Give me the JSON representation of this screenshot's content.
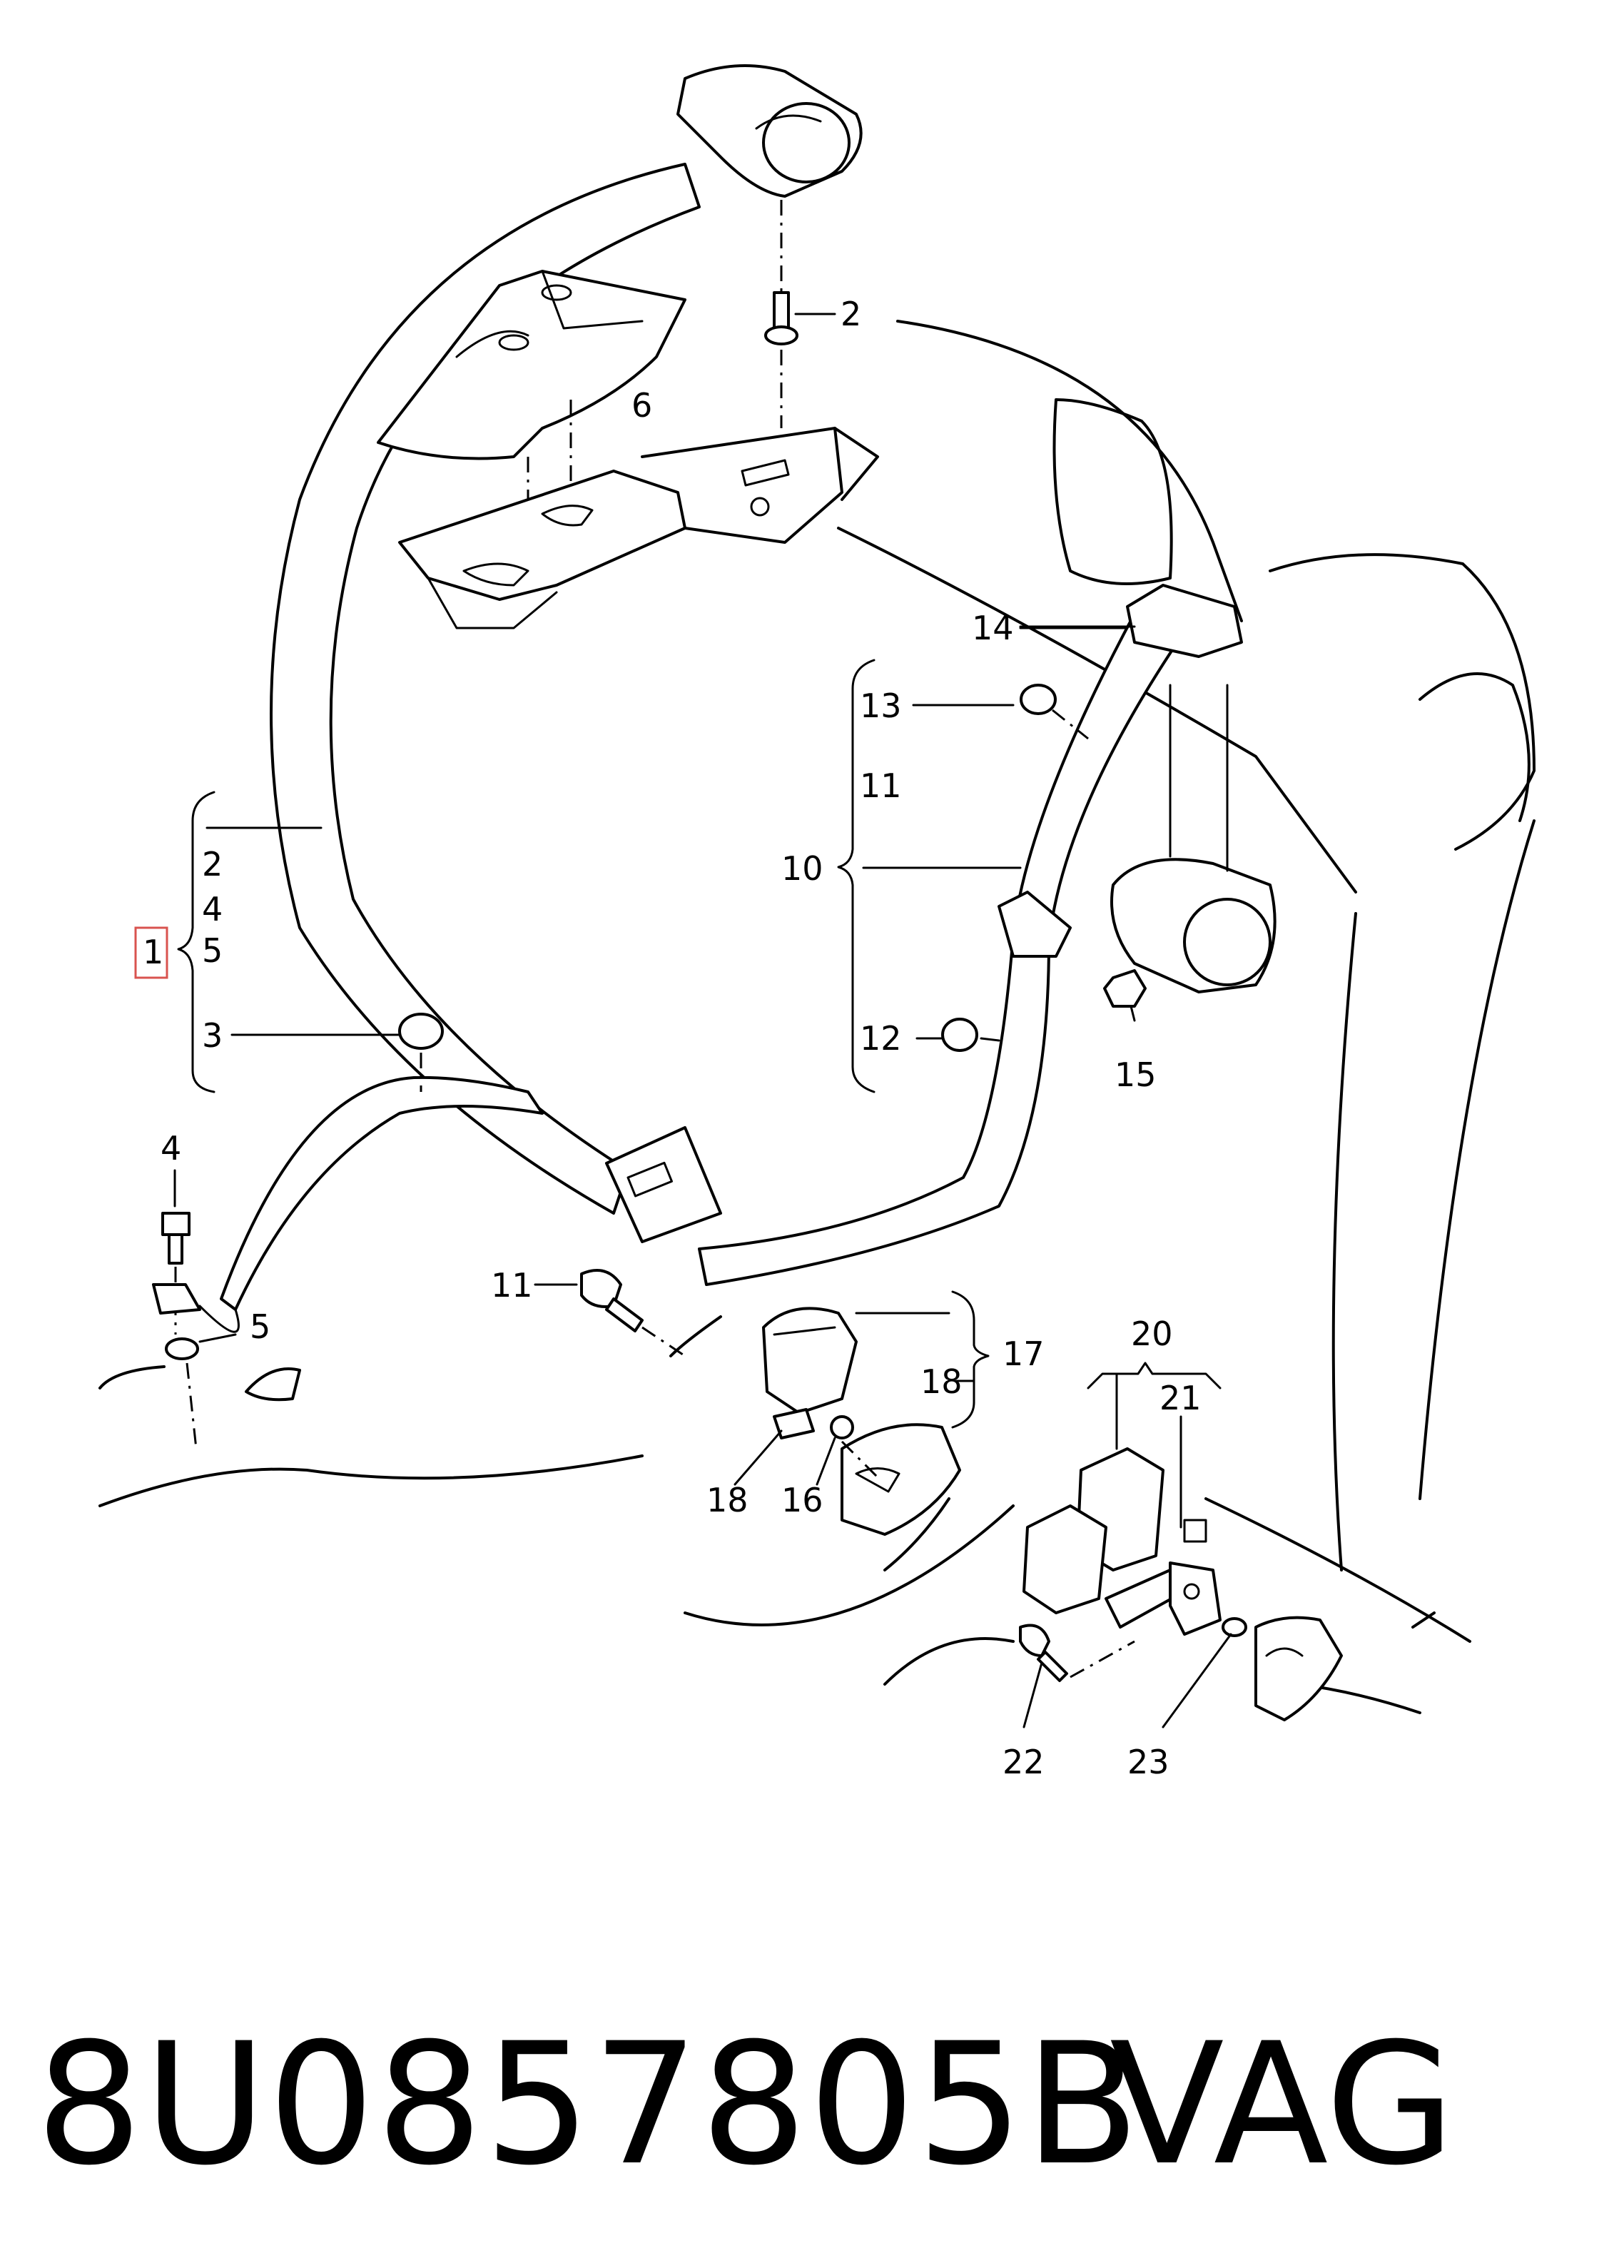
{
  "diagram": {
    "callouts": {
      "c1": "1",
      "c2_top": "2",
      "c2_bracket": "2",
      "c3": "3",
      "c4_bracket": "4",
      "c4": "4",
      "c5_bracket": "5",
      "c5": "5",
      "c6": "6",
      "c10": "10",
      "c11_bracket": "11",
      "c11": "11",
      "c12": "12",
      "c13": "13",
      "c14": "14",
      "c15": "15",
      "c16": "16",
      "c17": "17",
      "c18_bracket": "18",
      "c18": "18",
      "c20": "20",
      "c21": "21",
      "c22": "22",
      "c23": "23"
    },
    "highlighted_callout": "1",
    "highlight_color": "#d9534f"
  },
  "footer": {
    "part_number": "8U0857805B",
    "brand": "VAG"
  }
}
